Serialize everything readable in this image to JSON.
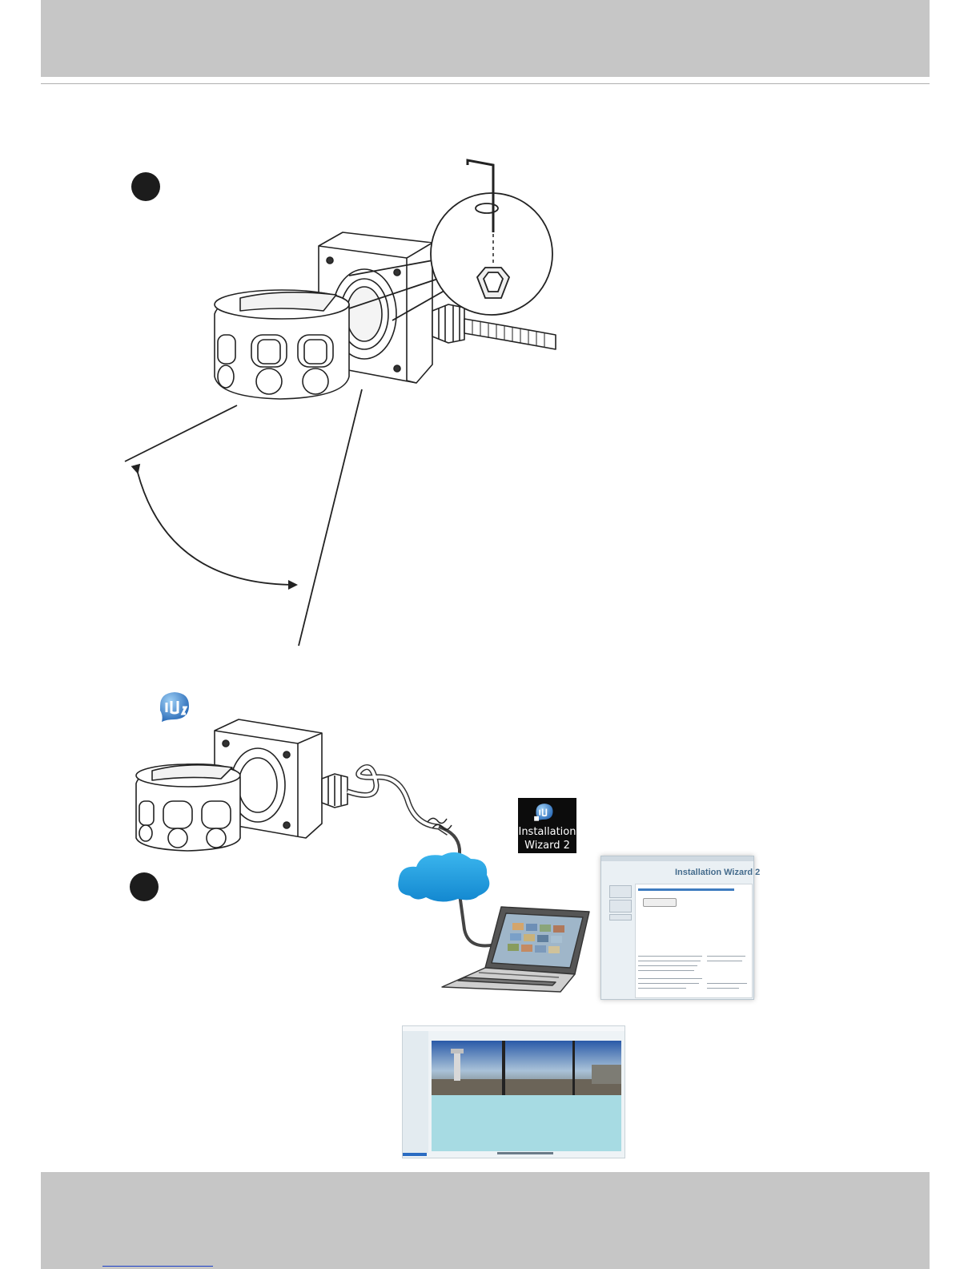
{
  "page": {
    "header_band": "",
    "footer_band": ""
  },
  "steps": [
    {
      "id": "step-a",
      "label": ""
    },
    {
      "id": "step-b",
      "label": ""
    }
  ],
  "desktop_shortcut": {
    "line1": "Installation",
    "line2": "Wizard 2",
    "icon": "installation-wizard-icon"
  },
  "wizard_window": {
    "title": "Installation Wizard 2"
  },
  "icons": {
    "wizard_logo": "installation-wizard-logo-icon",
    "cloud": "network-cloud-icon",
    "laptop": "laptop-icon"
  }
}
